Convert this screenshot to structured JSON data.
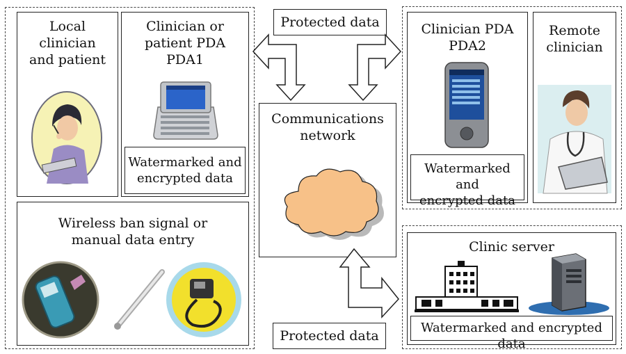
{
  "left_group": {
    "local": {
      "label": "Local\nclinician\nand patient",
      "icon": "nurse-with-clipboard-icon"
    },
    "pda1": {
      "label": "Clinician or\npatient PDA\nPDA1",
      "icon": "handheld-pda-device-icon",
      "data_label": "Watermarked and\nencrypted data"
    },
    "wireless": {
      "label": "Wireless ban signal or\nmanual data entry",
      "icons": [
        "blood-glucose-meter-icon",
        "thermometer-icon",
        "blood-pressure-monitor-icon"
      ]
    }
  },
  "top_protected": "Protected data",
  "bottom_protected": "Protected data",
  "network": {
    "label": "Communications\nnetwork",
    "icon": "cloud-icon"
  },
  "right_top_group": {
    "pda2": {
      "label": "Clinician PDA\nPDA2",
      "icon": "pocket-pc-icon",
      "data_label": "Watermarked and\nencrypted data"
    },
    "remote": {
      "label": "Remote\nclinician",
      "icon": "doctor-with-laptop-icon"
    }
  },
  "clinic": {
    "label": "Clinic server",
    "icons": [
      "hospital-building-icon",
      "server-tower-icon"
    ],
    "data_label": "Watermarked and encrypted data"
  },
  "colors": {
    "cloud": "#f7c188",
    "cloud_shadow": "#b9b9b9",
    "nurse_bg": "#f6f2b5",
    "dr_bg": "#dbeef0",
    "bp_ring": "#a8d9ea",
    "bp_fill": "#f2e02c"
  }
}
